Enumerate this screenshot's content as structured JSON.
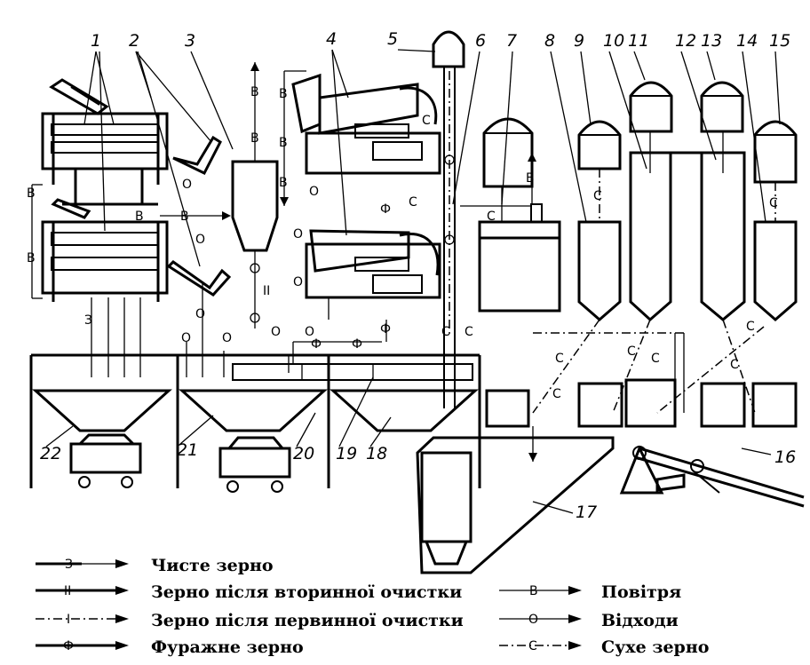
{
  "diagram": {
    "component_numbers": [
      "1",
      "2",
      "3",
      "4",
      "5",
      "6",
      "7",
      "8",
      "9",
      "10",
      "11",
      "12",
      "13",
      "14",
      "15",
      "16",
      "17",
      "18",
      "19",
      "20",
      "21",
      "22"
    ],
    "flow_marks": {
      "air": "В",
      "waste": "О",
      "clean": "З",
      "feed": "Ф",
      "dry": "С",
      "secondary": "II"
    }
  },
  "legend": {
    "items": [
      {
        "symbol": "З",
        "label": "Чисте зерно"
      },
      {
        "symbol": "II",
        "label": "Зерно після вторинної очистки"
      },
      {
        "symbol": "I",
        "label": "Зерно після первинної очистки"
      },
      {
        "symbol": "Ф",
        "label": "Фуражне зерно"
      },
      {
        "symbol": "В",
        "label": "Повітря"
      },
      {
        "symbol": "О",
        "label": "Відходи"
      },
      {
        "symbol": "С",
        "label": "Сухе зерно"
      }
    ]
  }
}
